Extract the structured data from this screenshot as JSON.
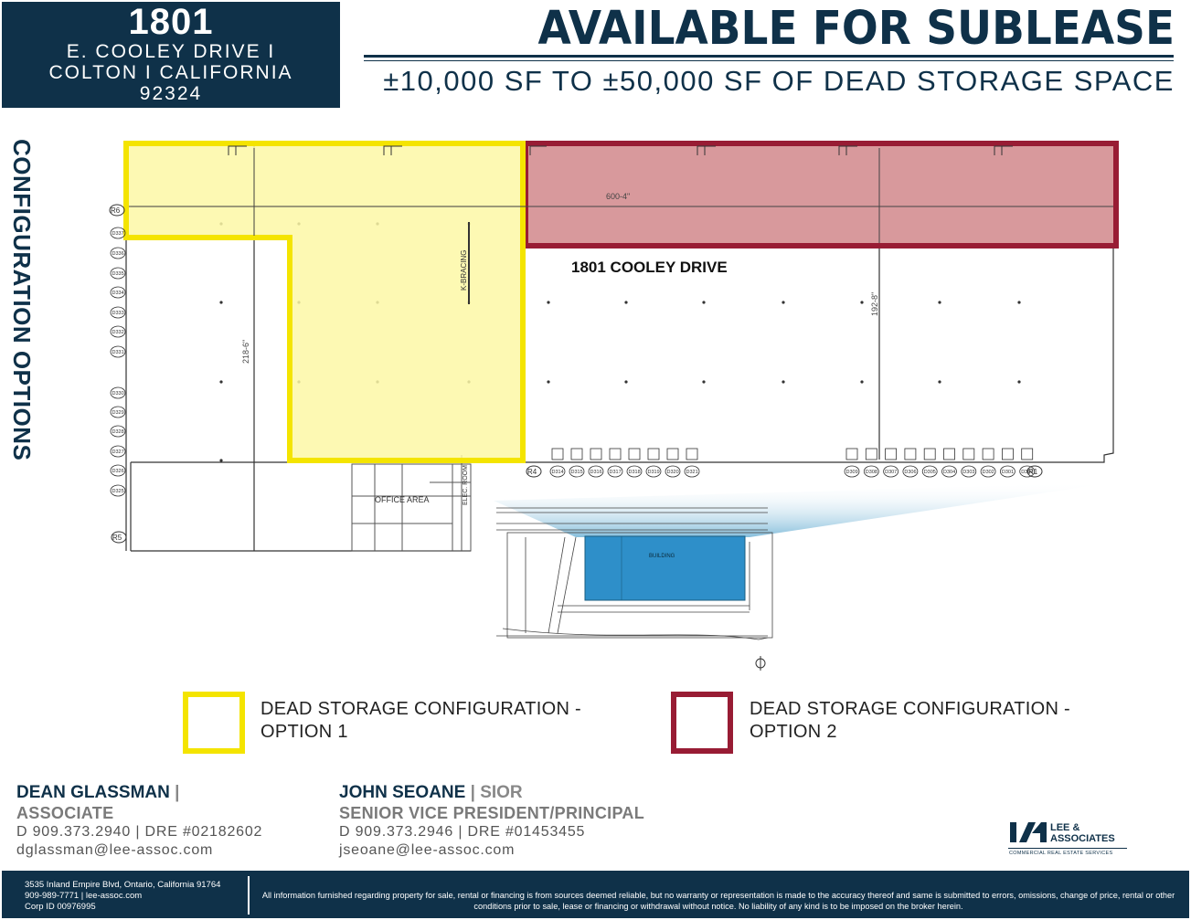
{
  "property": {
    "number": "1801",
    "street": "E. COOLEY DRIVE I",
    "city_state": "COLTON I CALIFORNIA",
    "zip": "92324"
  },
  "header": {
    "headline": "AVAILABLE FOR SUBLEASE",
    "subheadline": "±10,000 SF TO ±50,000 SF OF DEAD STORAGE SPACE"
  },
  "sidebar": {
    "title": "CONFIGURATION OPTIONS"
  },
  "floorplan": {
    "building_label": "1801 COOLEY DRIVE",
    "dim_width": "600-4\"",
    "dim_depth_left": "218-6\"",
    "dim_depth_right": "192-8\"",
    "racking_label": "K-BRACING",
    "office_label": "OFFICE AREA",
    "elec_label": "ELEC. ROOM",
    "ramp_labels": [
      "R6",
      "R5",
      "R4",
      "R1"
    ],
    "door_labels_left": [
      "D337",
      "D336",
      "D335",
      "D334",
      "D333",
      "D332",
      "D331",
      "D330",
      "D329",
      "D328",
      "D327",
      "D326",
      "D325"
    ],
    "door_labels_bottom_left": [
      "D314",
      "D315",
      "D316",
      "D317",
      "D318",
      "D319",
      "D320",
      "D321"
    ],
    "door_labels_bottom_right": [
      "D300",
      "D301",
      "D302",
      "D303",
      "D304",
      "D305",
      "D306",
      "D307",
      "D308",
      "D309"
    ],
    "site_building_label": "BUILDING",
    "colors": {
      "option1": "#f4e400",
      "option1_fill": "#fdf8a6",
      "option2": "#981c34",
      "option2_fill": "#d8999c",
      "site_building": "#2e8fc9"
    }
  },
  "legend": {
    "option1": "DEAD STORAGE CONFIGURATION - OPTION 1",
    "option1_line1": "DEAD STORAGE CONFIGURATION -",
    "option1_line2": "OPTION 1",
    "option2_line1": "DEAD STORAGE CONFIGURATION -",
    "option2_line2": "OPTION 2"
  },
  "contacts": [
    {
      "name": "DEAN GLASSMAN",
      "separator": "|",
      "credential": "",
      "title": "ASSOCIATE",
      "phone_line": "D  909.373.2940  |  DRE #02182602",
      "email": "dglassman@lee-assoc.com"
    },
    {
      "name": "JOHN SEOANE",
      "separator": "|",
      "credential": "SIOR",
      "title": "SENIOR VICE PRESIDENT/PRINCIPAL",
      "phone_line": "D  909.373.2946  |  DRE #01453455",
      "email": "jseoane@lee-assoc.com"
    }
  ],
  "logo": {
    "name_line1": "LEE &",
    "name_line2": "ASSOCIATES",
    "tagline": "COMMERCIAL REAL ESTATE SERVICES"
  },
  "footer": {
    "address": "3535 Inland Empire Blvd, Ontario, California 91764",
    "phone_web": "909-989-7771  |  lee-assoc.com",
    "corp_id": "Corp ID 00976995",
    "disclaimer": "All information furnished regarding property for sale, rental or financing is from sources deemed reliable, but no warranty or representation is made to the accuracy thereof and same is submitted to errors, omissions, change of price, rental or other conditions prior to sale, lease or financing or withdrawal without notice. No liability of any kind is to be imposed on the broker herein."
  }
}
